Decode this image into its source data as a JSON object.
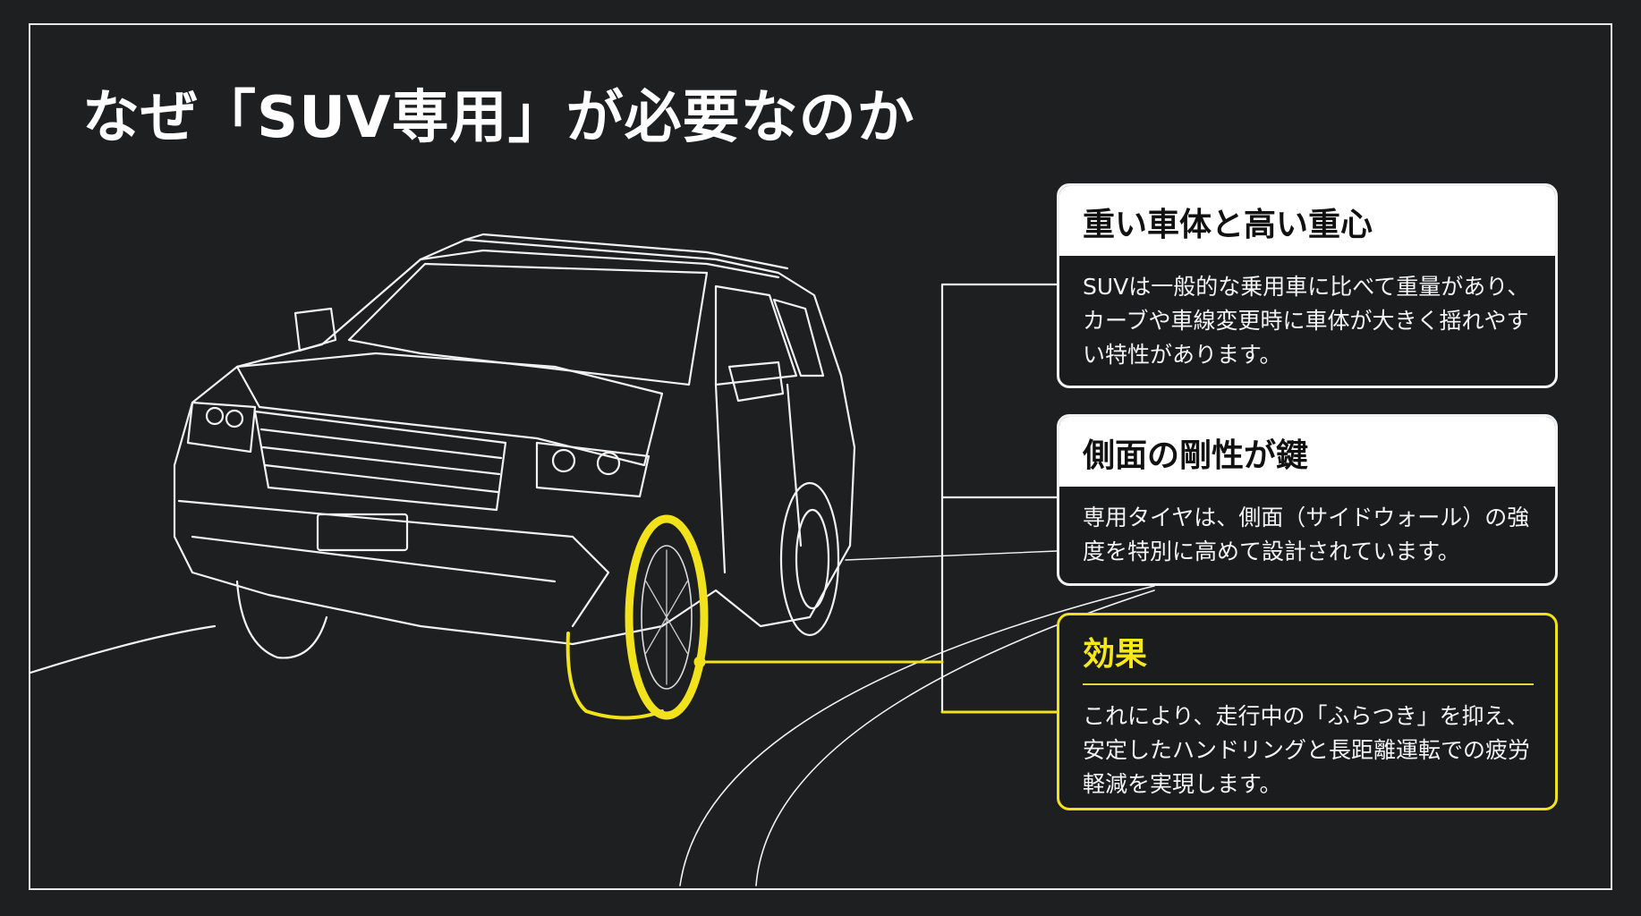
{
  "title": "なぜ「SUV専用」が必要なのか",
  "cards": [
    {
      "heading": "重い車体と高い重心",
      "body": "SUVは一般的な乗用車に比べて重量があり、カーブや車線変更時に車体が大きく揺れやすい特性があります。"
    },
    {
      "heading": "側面の剛性が鍵",
      "body": "専用タイヤは、側面（サイドウォール）の強度を特別に高めて設計されています。"
    },
    {
      "heading": "効果",
      "body": "これにより、走行中の「ふらつき」を抑え、安定したハンドリングと長距離運転での疲労軽減を実現します。"
    }
  ],
  "colors": {
    "background": "#1e1f21",
    "accent": "#f2e21c",
    "line": "#ffffff"
  }
}
